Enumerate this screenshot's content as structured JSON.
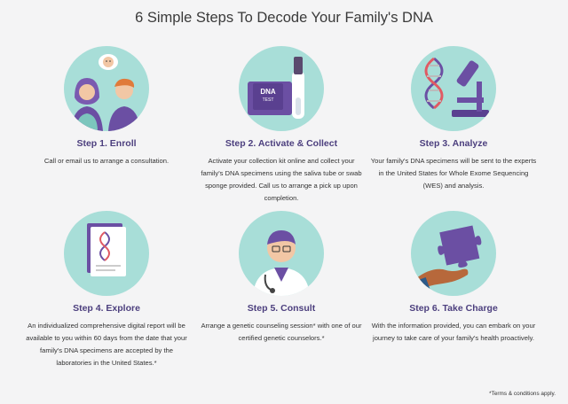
{
  "header": {
    "title": "6 Simple Steps To Decode Your Family's DNA"
  },
  "steps": [
    {
      "title": "Step 1. Enroll",
      "description": "Call or email us to arrange a consultation.",
      "icon": "family-icon"
    },
    {
      "title": "Step 2. Activate & Collect",
      "description": "Activate your collection kit online and collect your family's DNA specimens using the saliva tube or swab sponge provided. Call us to arrange a pick up upon completion.",
      "icon": "dna-test-kit-icon"
    },
    {
      "title": "Step 3. Analyze",
      "description": "Your family's DNA specimens will be sent to the experts in the United States for Whole Exome Sequencing (WES) and analysis.",
      "icon": "dna-microscope-icon"
    },
    {
      "title": "Step 4. Explore",
      "description": "An individualized comprehensive digital report will be available to you within 60 days from the date that your family's DNA specimens are accepted by the laboratories in the United States.*",
      "icon": "dna-report-icon"
    },
    {
      "title": "Step 5. Consult",
      "description": "Arrange a genetic counseling session* with one of our certified genetic counselors.*",
      "icon": "doctor-icon"
    },
    {
      "title": "Step 6. Take Charge",
      "description": "With the information provided, you can embark on your journey to take care of your family's health proactively.",
      "icon": "puzzle-hand-icon"
    }
  ],
  "icon_labels": {
    "dna_box_line1": "DNA",
    "dna_box_line2": "TEST"
  },
  "footer": {
    "note": "*Terms & conditions apply."
  },
  "colors": {
    "background": "#f4f4f5",
    "circle": "#a8ded8",
    "accent_purple": "#6b4fa3",
    "title_purple": "#4c3f7e"
  }
}
